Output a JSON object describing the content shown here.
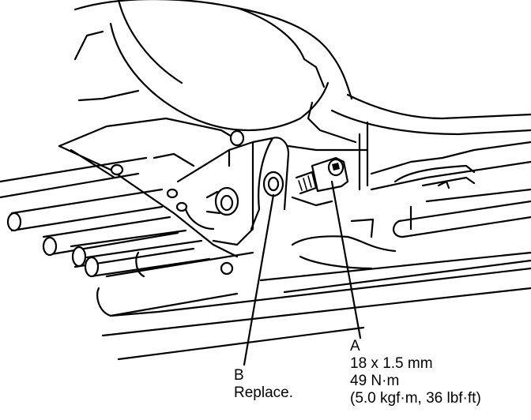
{
  "callout_a": {
    "letter": "A",
    "size": "18 x 1.5 mm",
    "torque_nm": "49 N·m",
    "torque_alt": "(5.0 kgf·m, 36 lbf·ft)"
  },
  "callout_b": {
    "letter": "B",
    "note": "Replace."
  }
}
